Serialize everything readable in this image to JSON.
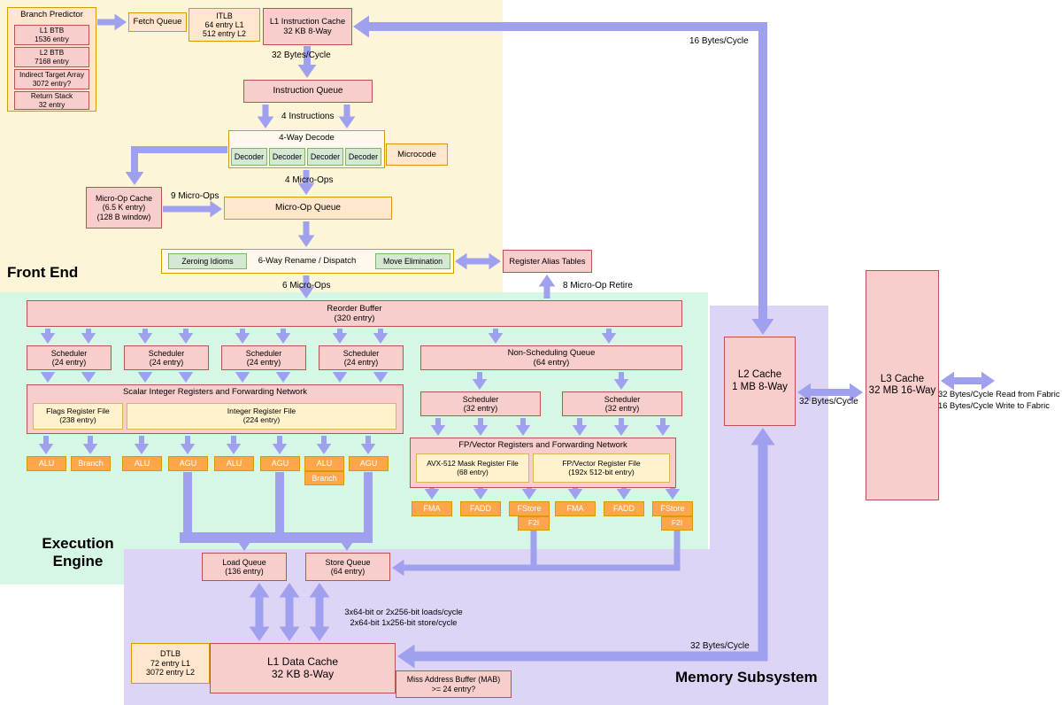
{
  "regions": {
    "front_end": {
      "label": "Front End"
    },
    "execution": {
      "label_line1": "Execution",
      "label_line2": "Engine"
    },
    "memory": {
      "label": "Memory Subsystem"
    }
  },
  "front_end": {
    "branch_predictor": {
      "title": "Branch Predictor",
      "entries": [
        {
          "line1": "L1 BTB",
          "line2": "1536 entry"
        },
        {
          "line1": "L2 BTB",
          "line2": "7168 entry"
        },
        {
          "line1": "Indirect Target Array",
          "line2": "3072 entry?"
        },
        {
          "line1": "Return Stack",
          "line2": "32 entry"
        }
      ]
    },
    "fetch_queue": "Fetch Queue",
    "itlb": {
      "line1": "ITLB",
      "line2": "64 entry L1",
      "line3": "512 entry L2"
    },
    "l1i": {
      "line1": "L1 Instruction Cache",
      "line2": "32 KB 8-Way"
    },
    "instruction_queue": "Instruction Queue",
    "decode": {
      "title": "4-Way Decode",
      "decoders": [
        "Decoder",
        "Decoder",
        "Decoder",
        "Decoder"
      ],
      "microcode": "Microcode"
    },
    "uop_cache": {
      "line1": "Micro-Op Cache",
      "line2": "(6.5 K entry)",
      "line3": "(128 B window)"
    },
    "uop_queue": "Micro-Op Queue",
    "rename": {
      "zeroing": "Zeroing Idioms",
      "title": "6-Way Rename / Dispatch",
      "move_elim": "Move Elimination"
    },
    "rat": "Register Alias Tables"
  },
  "execution": {
    "rob": {
      "line1": "Reorder Buffer",
      "line2": "(320 entry)"
    },
    "schedulers24": [
      {
        "line1": "Scheduler",
        "line2": "(24 entry)"
      },
      {
        "line1": "Scheduler",
        "line2": "(24 entry)"
      },
      {
        "line1": "Scheduler",
        "line2": "(24 entry)"
      },
      {
        "line1": "Scheduler",
        "line2": "(24 entry)"
      }
    ],
    "nsq": {
      "line1": "Non-Scheduling Queue",
      "line2": "(64 entry)"
    },
    "scalar_network": {
      "title": "Scalar Integer Registers and Forwarding Network",
      "flags_rf": {
        "line1": "Flags Register File",
        "line2": "(238 entry)"
      },
      "int_rf": {
        "line1": "Integer Register File",
        "line2": "(224 entry)"
      }
    },
    "schedulers32": [
      {
        "line1": "Scheduler",
        "line2": "(32 entry)"
      },
      {
        "line1": "Scheduler",
        "line2": "(32 entry)"
      }
    ],
    "fp_network": {
      "title": "FP/Vector Registers and Forwarding Network",
      "mask_rf": {
        "line1": "AVX-512 Mask Register File",
        "line2": "(68 entry)"
      },
      "fp_rf": {
        "line1": "FP/Vector Register File",
        "line2": "(192x 512-bit entry)"
      }
    },
    "int_units": [
      {
        "label": "ALU"
      },
      {
        "label": "Branch"
      },
      {
        "label": "ALU"
      },
      {
        "label": "AGU"
      },
      {
        "label": "ALU"
      },
      {
        "label": "AGU"
      },
      {
        "label": "ALU"
      },
      {
        "label": "Branch"
      },
      {
        "label": "AGU"
      }
    ],
    "fp_units": [
      {
        "label": "FMA"
      },
      {
        "label": "FADD"
      },
      {
        "label": "FStore"
      },
      {
        "label": "FMA"
      },
      {
        "label": "FADD"
      },
      {
        "label": "FStore"
      }
    ],
    "f2i_units": [
      {
        "label": "F2I"
      },
      {
        "label": "F2I"
      }
    ],
    "load_queue": {
      "line1": "Load Queue",
      "line2": "(136 entry)"
    },
    "store_queue": {
      "line1": "Store Queue",
      "line2": "(64 entry)"
    }
  },
  "memory": {
    "l2": {
      "line1": "L2 Cache",
      "line2": "1 MB 8-Way"
    },
    "l3": {
      "line1": "L3 Cache",
      "line2": "32 MB 16-Way"
    },
    "dtlb": {
      "line1": "DTLB",
      "line2": "72 entry L1",
      "line3": "3072 entry L2"
    },
    "l1d": {
      "line1": "L1 Data Cache",
      "line2": "32 KB 8-Way"
    },
    "mab": {
      "line1": "Miss Address Buffer (MAB)",
      "line2": ">= 24 entry?"
    }
  },
  "labels": {
    "bytes16_cycle": "16 Bytes/Cycle",
    "bytes32_cycle_fetch": "32 Bytes/Cycle",
    "instructions4": "4 Instructions",
    "uops4": "4 Micro-Ops",
    "uops9": "9 Micro-Ops",
    "uops6": "6 Micro-Ops",
    "retire8": "8 Micro-Op Retire",
    "loads_per_cycle": "3x64-bit or 2x256-bit loads/cycle",
    "stores_per_cycle": "2x64-bit 1x256-bit store/cycle",
    "bytes32_l1_l2": "32 Bytes/Cycle",
    "bytes32_l2_l3": "32 Bytes/Cycle",
    "fabric_read": "32 Bytes/Cycle Read from Fabric",
    "fabric_write": "16 Bytes/Cycle Write to Fabric"
  },
  "colors": {
    "arrow": "#9fa0ee",
    "box_pink": "#f8cecc",
    "box_pink_border": "#b85450",
    "box_orange": "#ffe6cc",
    "box_orange_border": "#d79b00",
    "box_green": "#d5e8d4",
    "box_green_border": "#82b366",
    "box_yellow": "#fff2cc",
    "box_yellow_border": "#d6b656",
    "exec_unit": "#ffa64d",
    "front_end_bg": "#fdf5d8",
    "execution_bg": "#d7f7e6",
    "memory_bg": "#ded5f6"
  }
}
